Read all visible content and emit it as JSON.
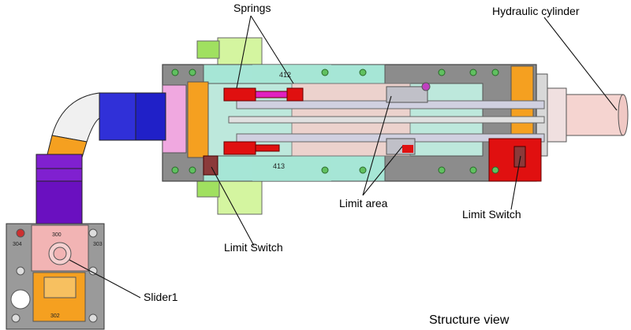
{
  "labels": {
    "springs": "Springs",
    "hydraulic_cylinder": "Hydraulic cylinder",
    "limit_area": "Limit area",
    "limit_switch_left": "Limit Switch",
    "limit_switch_right": "Limit Switch",
    "slider1": "Slider1",
    "caption": "Structure view"
  },
  "part_numbers": {
    "p412": "412",
    "p413": "413",
    "p300": "300",
    "p302": "302",
    "p303": "303",
    "p304": "304"
  },
  "colors": {
    "frame_gray": "#8c8c8c",
    "plate_teal": "#a6e6d6",
    "lime_block": "#d4f5a0",
    "orange": "#f5a020",
    "red": "#e01010",
    "salmon": "#f2a0a0",
    "pipe_blue": "#2020c8",
    "pipe_purple": "#8020d0",
    "rod_pink": "#f5d4d0"
  }
}
